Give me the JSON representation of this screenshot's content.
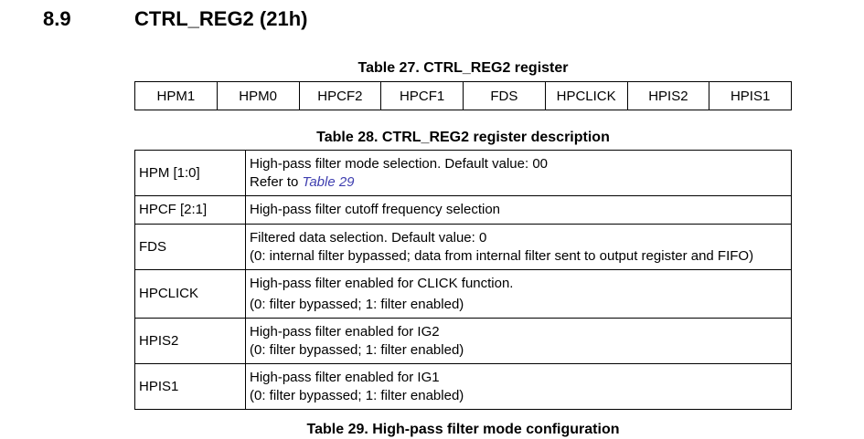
{
  "section": {
    "number": "8.9",
    "title": "CTRL_REG2 (21h)"
  },
  "table27": {
    "caption": "Table 27. CTRL_REG2 register",
    "bits": [
      "HPM1",
      "HPM0",
      "HPCF2",
      "HPCF1",
      "FDS",
      "HPCLICK",
      "HPIS2",
      "HPIS1"
    ]
  },
  "table28": {
    "caption": "Table 28. CTRL_REG2 register description",
    "rows": [
      {
        "name": "HPM [1:0]",
        "line1": "High-pass filter mode selection. Default value: 00",
        "line2_prefix": "Refer to ",
        "line2_link": "Table 29"
      },
      {
        "name": "HPCF [2:1]",
        "line1": "High-pass filter cutoff frequency selection"
      },
      {
        "name": "FDS",
        "line1": "Filtered data selection. Default value: 0",
        "line2": "(0: internal filter bypassed; data from internal filter sent to output register and FIFO)"
      },
      {
        "name": "HPCLICK",
        "line1": "High-pass filter enabled for CLICK function.",
        "line2": "(0: filter bypassed; 1: filter enabled)"
      },
      {
        "name": "HPIS2",
        "line1": "High-pass filter enabled for IG2",
        "line2": "(0: filter bypassed; 1: filter enabled)"
      },
      {
        "name": "HPIS1",
        "line1": "High-pass filter enabled for IG1",
        "line2": "(0: filter bypassed; 1: filter enabled)"
      }
    ]
  },
  "table29": {
    "caption": "Table 29. High-pass filter mode configuration"
  },
  "colors": {
    "link": "#4040b0",
    "border": "#000000"
  }
}
